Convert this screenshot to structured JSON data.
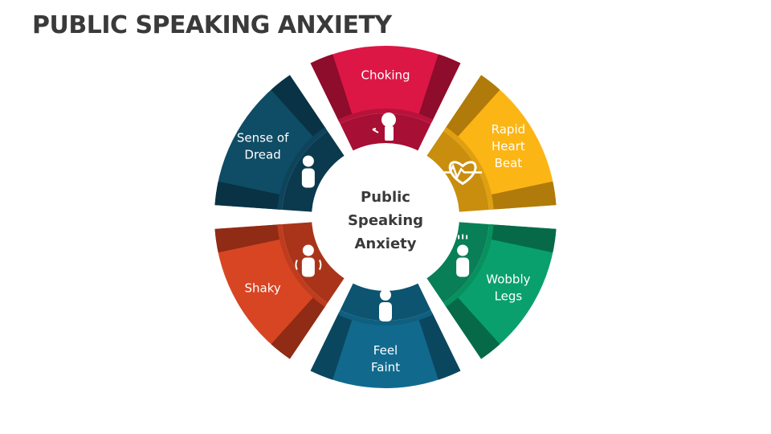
{
  "title": "PUBLIC SPEAKING ANXIETY",
  "center": [
    "Public",
    "Speaking",
    "Anxiety"
  ],
  "segments": [
    {
      "id": "choking",
      "lines": [
        "Choking"
      ],
      "icon": "throat-icon",
      "colors": {
        "outer": "#dc1745",
        "inner": "#a80f35",
        "dark": "#8e0c2c",
        "band": "#b8123b"
      }
    },
    {
      "id": "rapid-heart-beat",
      "lines": [
        "Rapid",
        "Heart",
        "Beat"
      ],
      "icon": "heartbeat-icon",
      "colors": {
        "outer": "#fbb515",
        "inner": "#c98e0e",
        "dark": "#b07b0a",
        "band": "#df9f10"
      }
    },
    {
      "id": "wobbly-legs",
      "lines": [
        "Wobbly",
        "Legs"
      ],
      "icon": "sweating-person-icon",
      "colors": {
        "outer": "#0aa06e",
        "inner": "#087f57",
        "dark": "#066a48",
        "band": "#08905f"
      }
    },
    {
      "id": "feel-faint",
      "lines": [
        "Feel",
        "Faint"
      ],
      "icon": "dizzy-person-icon",
      "colors": {
        "outer": "#116a8e",
        "inner": "#0c5470",
        "dark": "#0a475f",
        "band": "#0f5f80"
      }
    },
    {
      "id": "shaky",
      "lines": [
        "Shaky"
      ],
      "icon": "shaking-person-icon",
      "colors": {
        "outer": "#d84523",
        "inner": "#a9341a",
        "dark": "#902b15",
        "band": "#c03c1e"
      }
    },
    {
      "id": "sense-of-dread",
      "lines": [
        "Sense of",
        "Dread"
      ],
      "icon": "worried-person-icon",
      "colors": {
        "outer": "#0f4c66",
        "inner": "#0b3a4f",
        "dark": "#093244",
        "band": "#0d445b"
      }
    }
  ]
}
